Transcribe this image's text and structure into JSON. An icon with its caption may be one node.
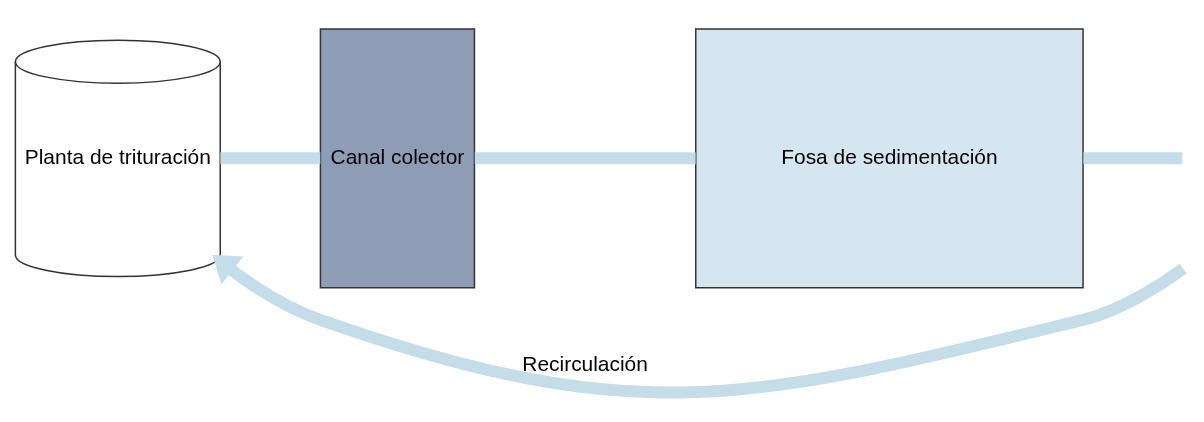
{
  "diagram": {
    "nodes": [
      {
        "text": [
          "Planta de trituración"
        ]
      },
      {
        "text": [
          "Canal colector"
        ]
      },
      {
        "text": [
          "Fosa de sedimentación"
        ]
      }
    ],
    "edges": [
      {
        "from": 0,
        "to": 1,
        "arrow": "none"
      },
      {
        "from": 1,
        "to": 2,
        "arrow": "none"
      },
      {
        "from": 2,
        "to": null,
        "arrow": "none"
      },
      {
        "from": null,
        "to": 0,
        "arrow": "to",
        "label": "Recirculación"
      }
    ]
  }
}
